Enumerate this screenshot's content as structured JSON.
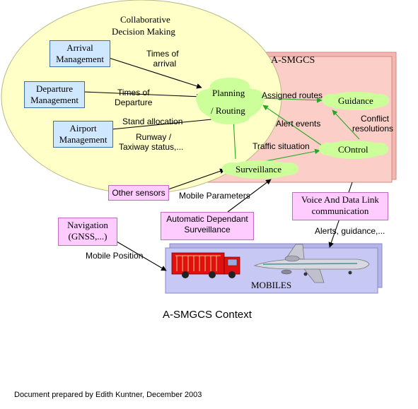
{
  "title": "A-SMGCS Context",
  "footer": "Document prepared by Edith Kuntner, December 2003",
  "cdm_title_line1": "Collaborative",
  "cdm_title_line2": "Decision Making",
  "asmgcs_label": "A-SMGCS",
  "boxes": {
    "arrival": [
      "Arrival",
      "Management"
    ],
    "departure": [
      "Departure",
      "Management"
    ],
    "airport": [
      "Airport",
      "Management"
    ],
    "other_sensors": "Other sensors",
    "navigation": [
      "Navigation",
      "(GNSS,...)"
    ],
    "ads": [
      "Automatic Dependant",
      "Surveillance"
    ],
    "vdl": [
      "Voice And Data Link",
      "communication"
    ],
    "mobiles": "MOBILES"
  },
  "nodes": {
    "planning": [
      "Planning",
      "/ Routing"
    ],
    "guidance": "Guidance",
    "control": "COntrol",
    "surveillance": "Surveillance"
  },
  "labels": {
    "times_arrival": [
      "Times of",
      "arrival"
    ],
    "times_departure": [
      "Times of",
      "Departure"
    ],
    "stand_allocation": "Stand allocation",
    "runway_status": [
      "Runway /",
      "Taxiway status,..."
    ],
    "assigned_routes": "Assigned routes",
    "alert_events": "Alert events",
    "conflict_resolutions": [
      "Conflict",
      "resolutions"
    ],
    "traffic_situation": "Traffic situation",
    "mobile_parameters": "Mobile  Parameters",
    "alerts_guidance": "Alerts, guidance,...",
    "mobile_position": "Mobile  Position"
  }
}
